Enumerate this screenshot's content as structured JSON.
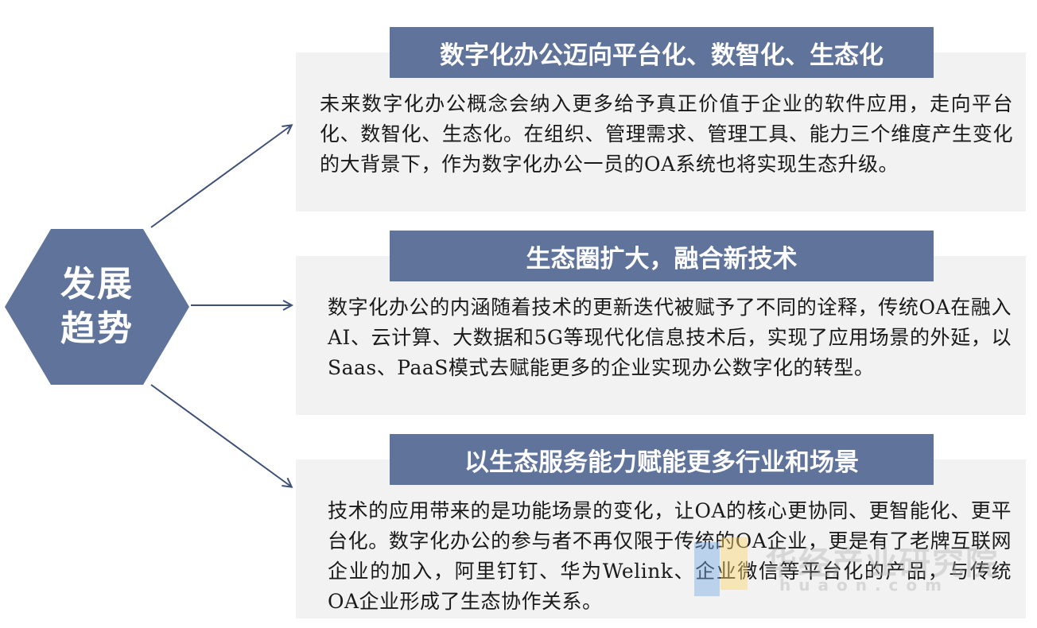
{
  "center": {
    "label": "发展趋势"
  },
  "trends": [
    {
      "title": "数字化办公迈向平台化、数智化、生态化",
      "description": "未来数字化办公概念会纳入更多给予真正价值于企业的软件应用，走向平台化、数智化、生态化。在组织、管理需求、管理工具、能力三个维度产生变化的大背景下，作为数字化办公一员的OA系统也将实现生态升级。"
    },
    {
      "title": "生态圈扩大，融合新技术",
      "description": "数字化办公的内涵随着技术的更新迭代被赋予了不同的诠释，传统OA在融入AI、云计算、大数据和5G等现代化信息技术后，实现了应用场景的外延，以Saas、PaaS模式去赋能更多的企业实现办公数字化的转型。"
    },
    {
      "title": "以生态服务能力赋能更多行业和场景",
      "description": "技术的应用带来的是功能场景的变化，让OA的核心更协同、更智能化、更平台化。数字化办公的参与者不再仅限于传统的OA企业，更是有了老牌互联网企业的加入，阿里钉钉、华为Welink、企业微信等平台化的产品，与传统OA企业形成了生态协作关系。"
    }
  ],
  "watermark": {
    "text": "华经产业研究院",
    "url": "huaon.com"
  },
  "colors": {
    "accent": "#5f739b",
    "panel": "#f2f2f2",
    "text": "#1a1a1a",
    "arrow": "#3f5078"
  }
}
